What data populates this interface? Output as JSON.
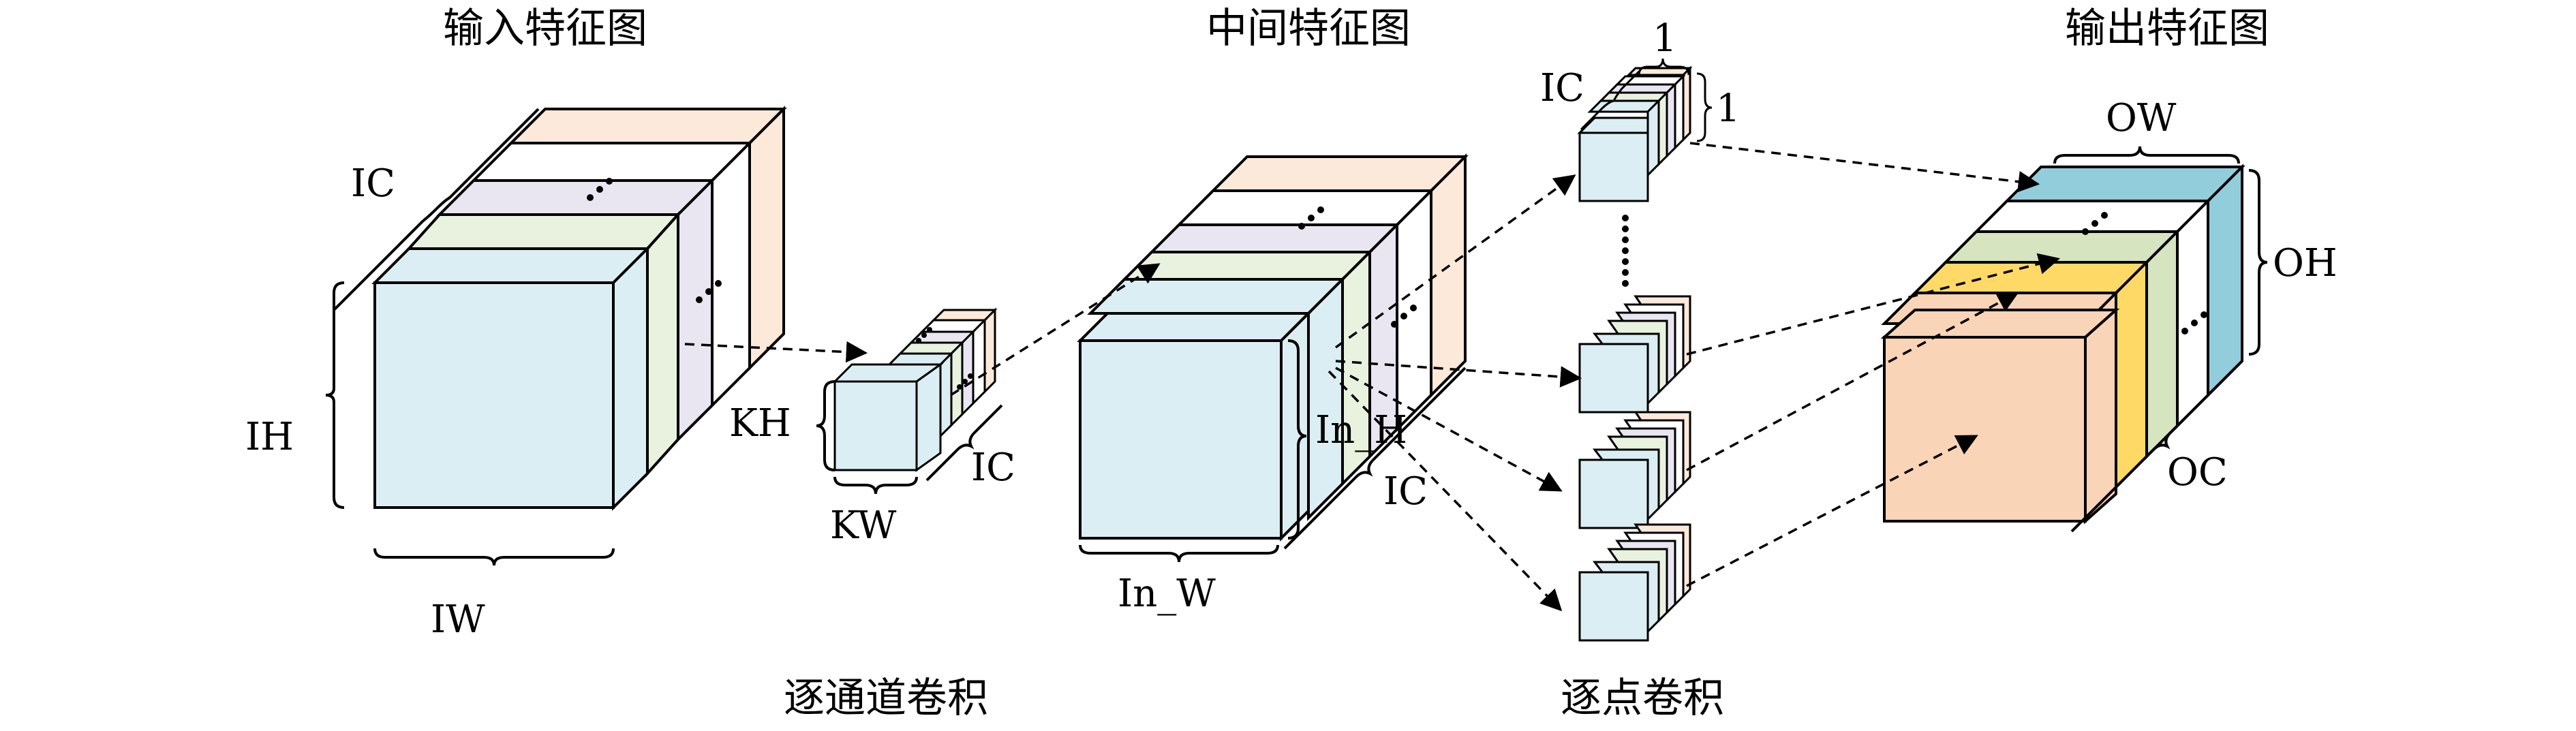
{
  "titles": {
    "input": "输入特征图",
    "middle": "中间特征图",
    "output": "输出特征图"
  },
  "captions": {
    "depthwise": "逐通道卷积",
    "pointwise": "逐点卷积"
  },
  "labels": {
    "ic_input": "IC",
    "ih": "IH",
    "iw": "IW",
    "kh": "KH",
    "kw": "KW",
    "ic_kernel": "IC",
    "in_h": "In_H",
    "in_w": "In_W",
    "ic_middle": "IC",
    "ic_pointwise": "IC",
    "one_top": "1",
    "one_right": "1",
    "ow": "OW",
    "oh": "OH",
    "oc": "OC"
  },
  "colors": {
    "light_blue": "#dbeef4",
    "light_green": "#e8f2df",
    "lavender": "#e9e6f2",
    "peach": "#fce9da",
    "output_orange": "#f9d4b6",
    "output_yellow": "#ffd966",
    "output_green": "#d6e4bf",
    "output_teal": "#92cddc",
    "stroke": "#000000"
  }
}
